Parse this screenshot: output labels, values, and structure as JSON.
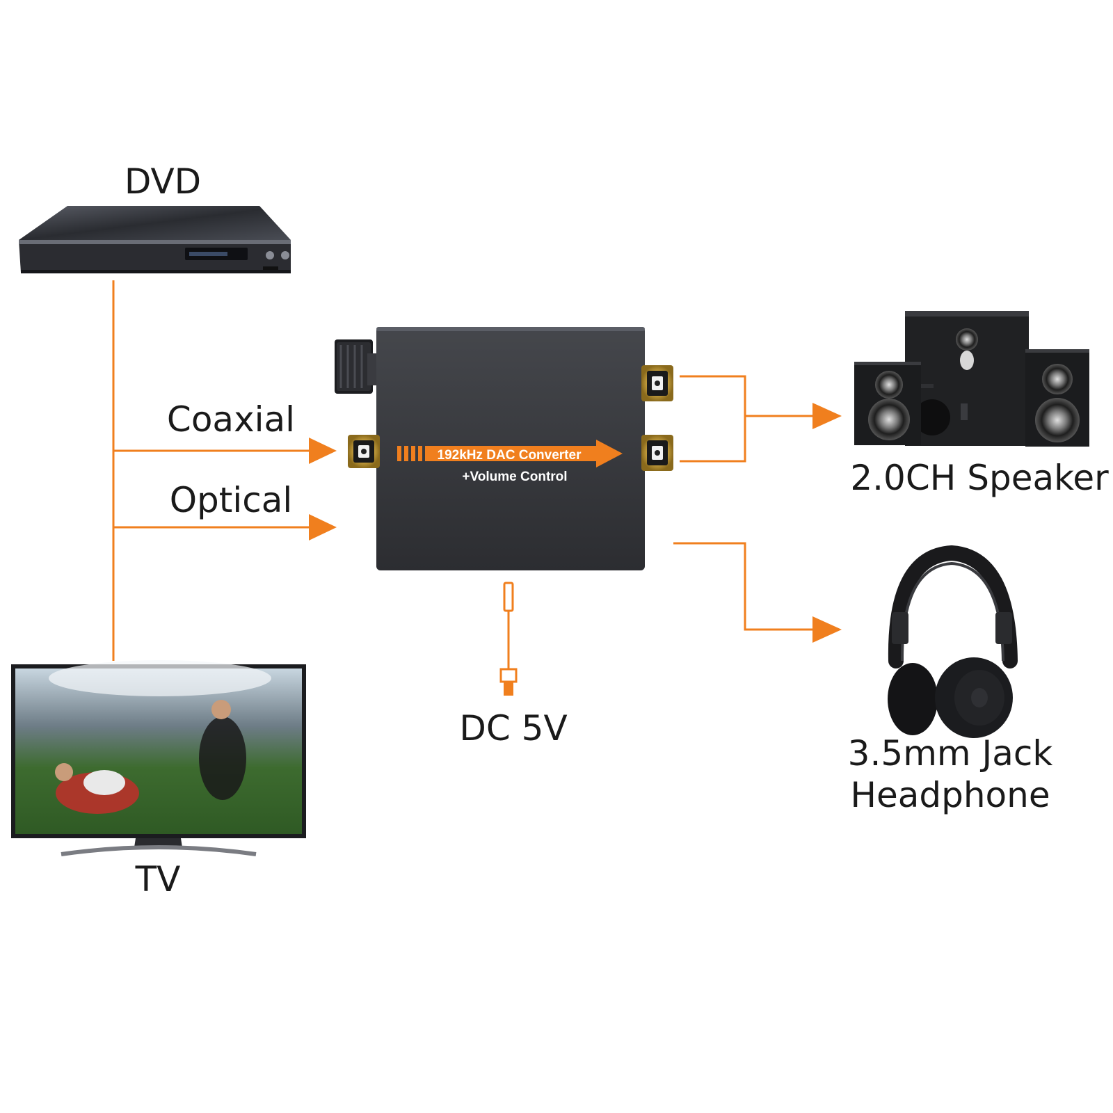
{
  "colors": {
    "accent": "#f07f1e",
    "device_body": "#3b3d42",
    "device_dark": "#1f2023",
    "gold": "#c9a227"
  },
  "labels": {
    "dvd": "DVD",
    "tv": "TV",
    "coaxial": "Coaxial",
    "optical": "Optical",
    "dc_power": "DC 5V",
    "speaker": "2.0CH Speaker",
    "headphone_line1": "3.5mm Jack",
    "headphone_line2": "Headphone"
  },
  "converter": {
    "title": "192kHz DAC Converter",
    "subtitle": "+Volume Control"
  },
  "icons": {
    "dvd_player": "dvd-player-icon",
    "television": "television-icon",
    "converter": "dac-converter-icon",
    "speakers": "speaker-set-icon",
    "headphones": "headphones-icon",
    "usb_cable": "usb-cable-icon"
  }
}
